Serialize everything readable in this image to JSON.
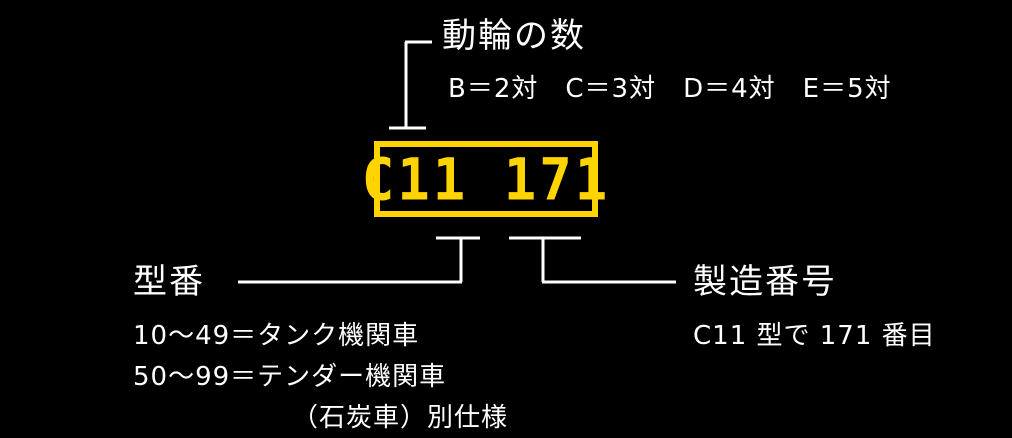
{
  "colors": {
    "plate_border": "#ffd400",
    "plate_text": "#ffd400",
    "text": "#ffffff",
    "lines": "#ffffff",
    "background": "#000000"
  },
  "plate": {
    "number": "C11 171"
  },
  "wheels": {
    "heading": "動輪の数",
    "description": "B＝2対　C＝3対　D＝4対　E＝5対"
  },
  "model": {
    "heading": "型番",
    "line1": "10〜49＝タンク機関車",
    "line2": "50〜99＝テンダー機関車",
    "line3": "（石炭車）別仕様"
  },
  "serial": {
    "heading": "製造番号",
    "description": "C11 型で 171 番目"
  }
}
